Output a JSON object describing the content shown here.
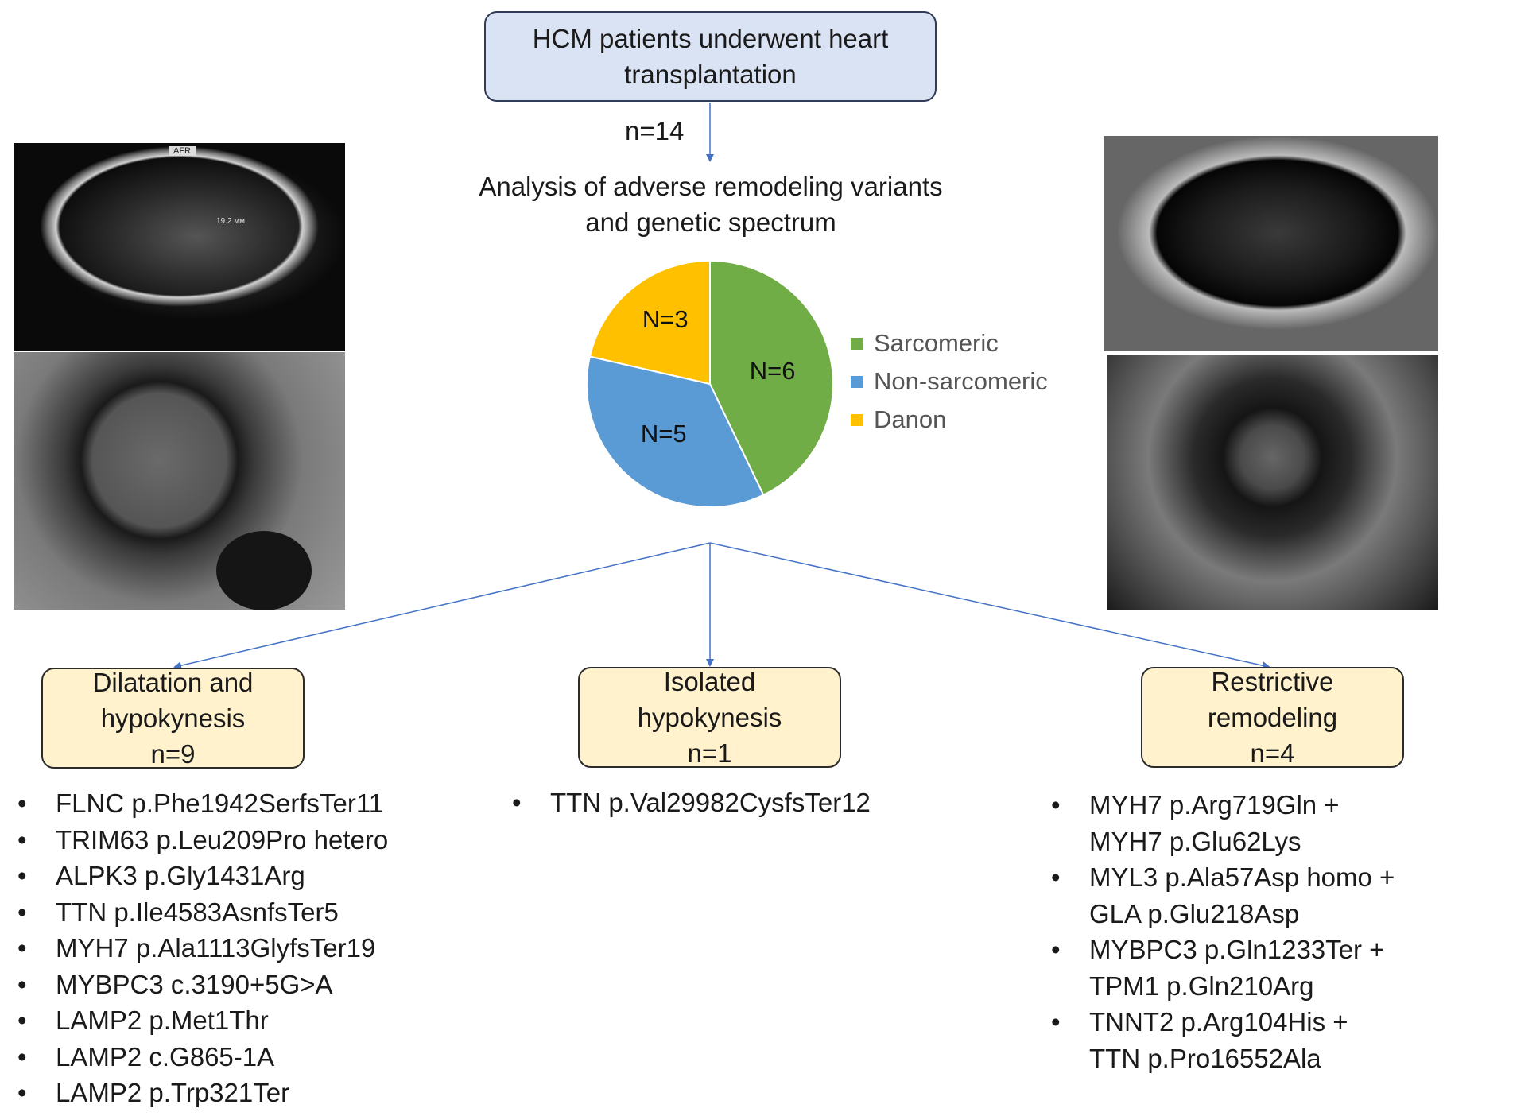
{
  "top_box": {
    "line1": "HCM patients underwent heart",
    "line2": "transplantation"
  },
  "n_total": "n=14",
  "analysis": {
    "line1": "Analysis of adverse remodeling variants",
    "line2": "and genetic spectrum"
  },
  "chart_data": {
    "type": "pie",
    "categories": [
      "Sarcomeric",
      "Non-sarcomeric",
      "Danon"
    ],
    "values": [
      6,
      5,
      3
    ],
    "labels": [
      "N=6",
      "N=5",
      "N=3"
    ],
    "colors": [
      "#70ad47",
      "#5b9bd5",
      "#ffc000"
    ],
    "legend_position": "right"
  },
  "categories": [
    {
      "line1": "Dilatation and",
      "line2": "hypokynesis",
      "line3": "n=9"
    },
    {
      "line1": "Isolated",
      "line2": "hypokynesis",
      "line3": "n=1"
    },
    {
      "line1": "Restrictive",
      "line2": "remodeling",
      "line3": "n=4"
    }
  ],
  "variants_left": [
    "FLNC p.Phe1942SerfsTer11",
    "TRIM63 p.Leu209Pro hetero",
    "ALPK3 p.Gly1431Arg",
    "TTN p.Ile4583AsnfsTer5",
    "MYH7 p.Ala1113GlyfsTer19",
    "MYBPC3 c.3190+5G>A",
    "LAMP2 p.Met1Thr",
    "LAMP2 c.G865-1A",
    "LAMP2 p.Trp321Ter"
  ],
  "variants_middle": [
    "TTN p.Val29982CysfsTer12"
  ],
  "variants_right": [
    {
      "a": "MYH7 p.Arg719Gln +",
      "b": "MYH7 p.Glu62Lys"
    },
    {
      "a": "MYL3 p.Ala57Asp homo +",
      "b": "GLA p.Glu218Asp"
    },
    {
      "a": "MYBPC3 p.Gln1233Ter +",
      "b": "TPM1 p.Gln210Arg"
    },
    {
      "a": "TNNT2 p.Arg104His +",
      "b": "TTN p.Pro16552Ala"
    }
  ],
  "mri_left_top_label": "AFR",
  "mri_left_top_measure": "19.2 мм"
}
